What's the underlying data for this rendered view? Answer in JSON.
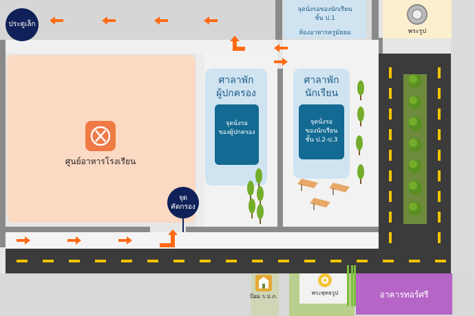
{
  "labels": {
    "small_gate": "ประตูเล็ก",
    "canteen": "ศูนย์อาหารโรงเรียน",
    "pickup_point_line1": "จุด",
    "pickup_point_line2": "คัดกรอง",
    "parent_pavilion_line1": "ศาลาพัก",
    "parent_pavilion_line2": "ผู้ปกครอง",
    "parent_wait_line1": "จุดนั่งรอ",
    "parent_wait_line2": "ของผู้ปกครอง",
    "student_pavilion_line1": "ศาลาพัก",
    "student_pavilion_line2": "นักเรียน",
    "student_wait_line1": "จุดนั่งรอ",
    "student_wait_line2": "ของนักเรียน",
    "student_wait_line3": "ชั้น ป.2-ป.3",
    "p1_wait_line1": "จุดนั่งรอของนักเรียน",
    "p1_wait_line2": "ชั้น ป.1",
    "p1_wait_line3": "ห้องอาหารครูมัธยม",
    "buddha_statue": "พระรูป",
    "guard_booth": "ป้อม ร.ป.ภ.",
    "buddha_image": "พระพุทธรูป",
    "torsri_building": "อาคารทอร์ศรี"
  },
  "colors": {
    "navy": "#0f2158",
    "orange": "#ff6a13",
    "canteen_bg": "#fbd9c3",
    "pavilion_bg": "#cfe3f1",
    "teal_box": "#136a92",
    "purple": "#b565c6",
    "cream": "#fcefcd",
    "tree": "#74ad2a"
  },
  "icons": {
    "canteen": "fork-knife-icon",
    "guard": "guard-booth-icon",
    "buddha": "buddha-icon",
    "statue": "statue-icon"
  }
}
